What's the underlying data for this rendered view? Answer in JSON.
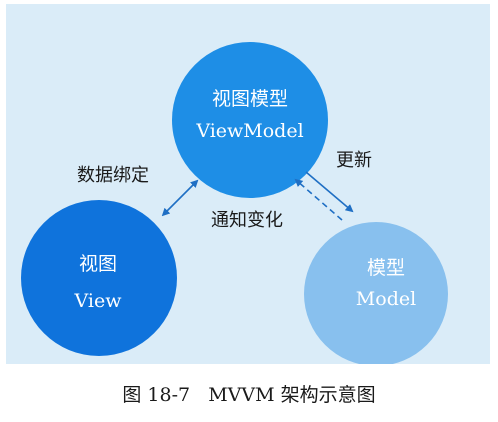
{
  "diagram": {
    "nodes": {
      "viewmodel": {
        "title": "视图模型",
        "subtitle": "ViewModel",
        "color": "#1e8ee6"
      },
      "view": {
        "title": "视图",
        "subtitle": "View",
        "color": "#0f73dc"
      },
      "model": {
        "title": "模型",
        "subtitle": "Model",
        "color": "#88c0ee"
      }
    },
    "edges": {
      "binding": {
        "label": "数据绑定",
        "style": "solid",
        "direction": "bidirectional"
      },
      "update": {
        "label": "更新",
        "style": "solid",
        "direction": "viewmodel-to-model"
      },
      "notify": {
        "label": "通知变化",
        "style": "dashed",
        "direction": "model-to-viewmodel"
      }
    },
    "background_color": "#daecf8",
    "arrow_color": "#1f6fc4"
  },
  "caption": {
    "figure_number": "图 18-7",
    "title": "MVVM 架构示意图"
  }
}
